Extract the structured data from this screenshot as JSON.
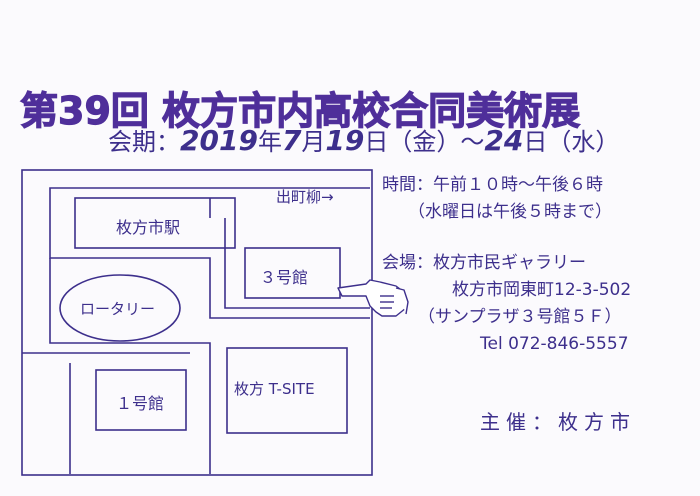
{
  "title": "第39回 枚方市内高校合同美術展",
  "period": {
    "label": "会期：",
    "year": "2019",
    "year_suffix": "年",
    "month": "7",
    "month_suffix": "月",
    "day": "19",
    "day_suffix": "日（金）〜",
    "end_day": "24",
    "end_suffix": "日（水）"
  },
  "map": {
    "station": "枚方市駅",
    "demachiyanagi": "出町柳→",
    "building3": "３号館",
    "rotary": "ロータリー",
    "building1": "１号館",
    "tsite": "枚方 T-SITE"
  },
  "info": {
    "hours_label": "時間：",
    "hours_value": "午前１０時〜午後６時",
    "hours_note": "（水曜日は午後５時まで）",
    "venue_label": "会場：",
    "venue_name": "枚方市民ギャラリー",
    "venue_address": "枚方市岡東町12-3-502",
    "venue_building": "（サンプラザ３号館５Ｆ）",
    "tel": "Tel 072-846-5557"
  },
  "host": {
    "text": "主催：枚方市"
  },
  "colors": {
    "ink": "#3d2f8c",
    "title": "#4f2f9a",
    "paper": "#fbfafd"
  },
  "icons": {
    "pointer": "pointing-hand-icon"
  }
}
